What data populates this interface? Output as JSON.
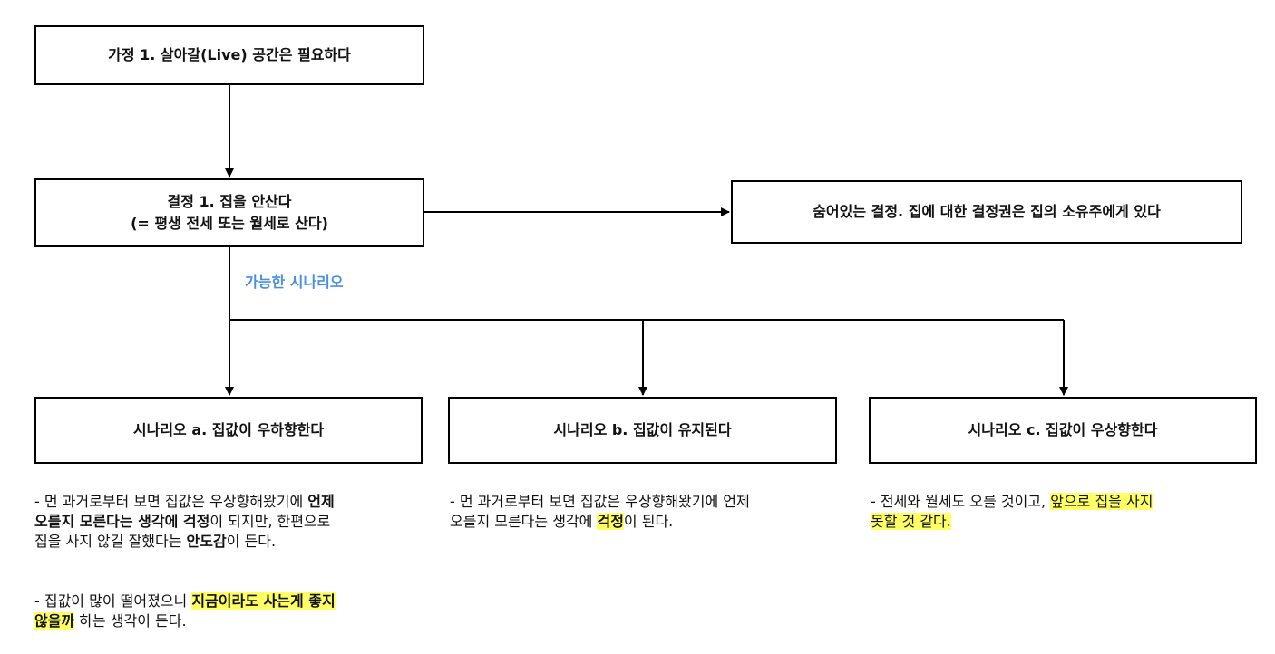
{
  "colors": {
    "line": "#000000",
    "label": "#4a90e2",
    "highlight": "#ffff66"
  },
  "nodes": {
    "assumption": "가정 1. 살아갈(Live) 공간은 필요하다",
    "decision": {
      "line1": "결정 1. 집을 안산다",
      "line2": "(= 평생 전세 또는 월세로 산다)"
    },
    "hidden": "숨어있는 결정. 집에 대한 결정권은 집의 소유주에게 있다",
    "scenario_a": "시나리오 a. 집값이 우하향한다",
    "scenario_b": "시나리오 b. 집값이 유지된다",
    "scenario_c": "시나리오 c. 집값이 우상향한다"
  },
  "edge_label": "가능한 시나리오",
  "notes": {
    "a1": [
      {
        "t": "- 먼 과거로부터 보면 집값은 우상향해왔기에 "
      },
      {
        "t": "언제\n  오를지 모른다는 생각에 걱정",
        "b": true
      },
      {
        "t": "이 되지만, 한편으로\n  집을 사지 않길 잘했다는 "
      },
      {
        "t": "안도감",
        "b": true
      },
      {
        "t": "이 든다."
      }
    ],
    "a2": [
      {
        "t": "- 집값이 많이 떨어졌으니 "
      },
      {
        "t": "지금이라도 사는게 좋지\n  않을까",
        "b": true,
        "hl": true
      },
      {
        "t": " 하는 생각이 든다."
      }
    ],
    "b1": [
      {
        "t": "- 먼 과거로부터 보면 집값은 우상향해왔기에 언제\n  오를지 모른다는 생각에 "
      },
      {
        "t": "걱정",
        "b": true,
        "hl": true
      },
      {
        "t": "이 된다."
      }
    ],
    "c1": [
      {
        "t": "- 전세와 월세도 오를 것이고, "
      },
      {
        "t": "앞으로 집을 사지\n  못할 것 같다.",
        "hl": true
      }
    ]
  }
}
